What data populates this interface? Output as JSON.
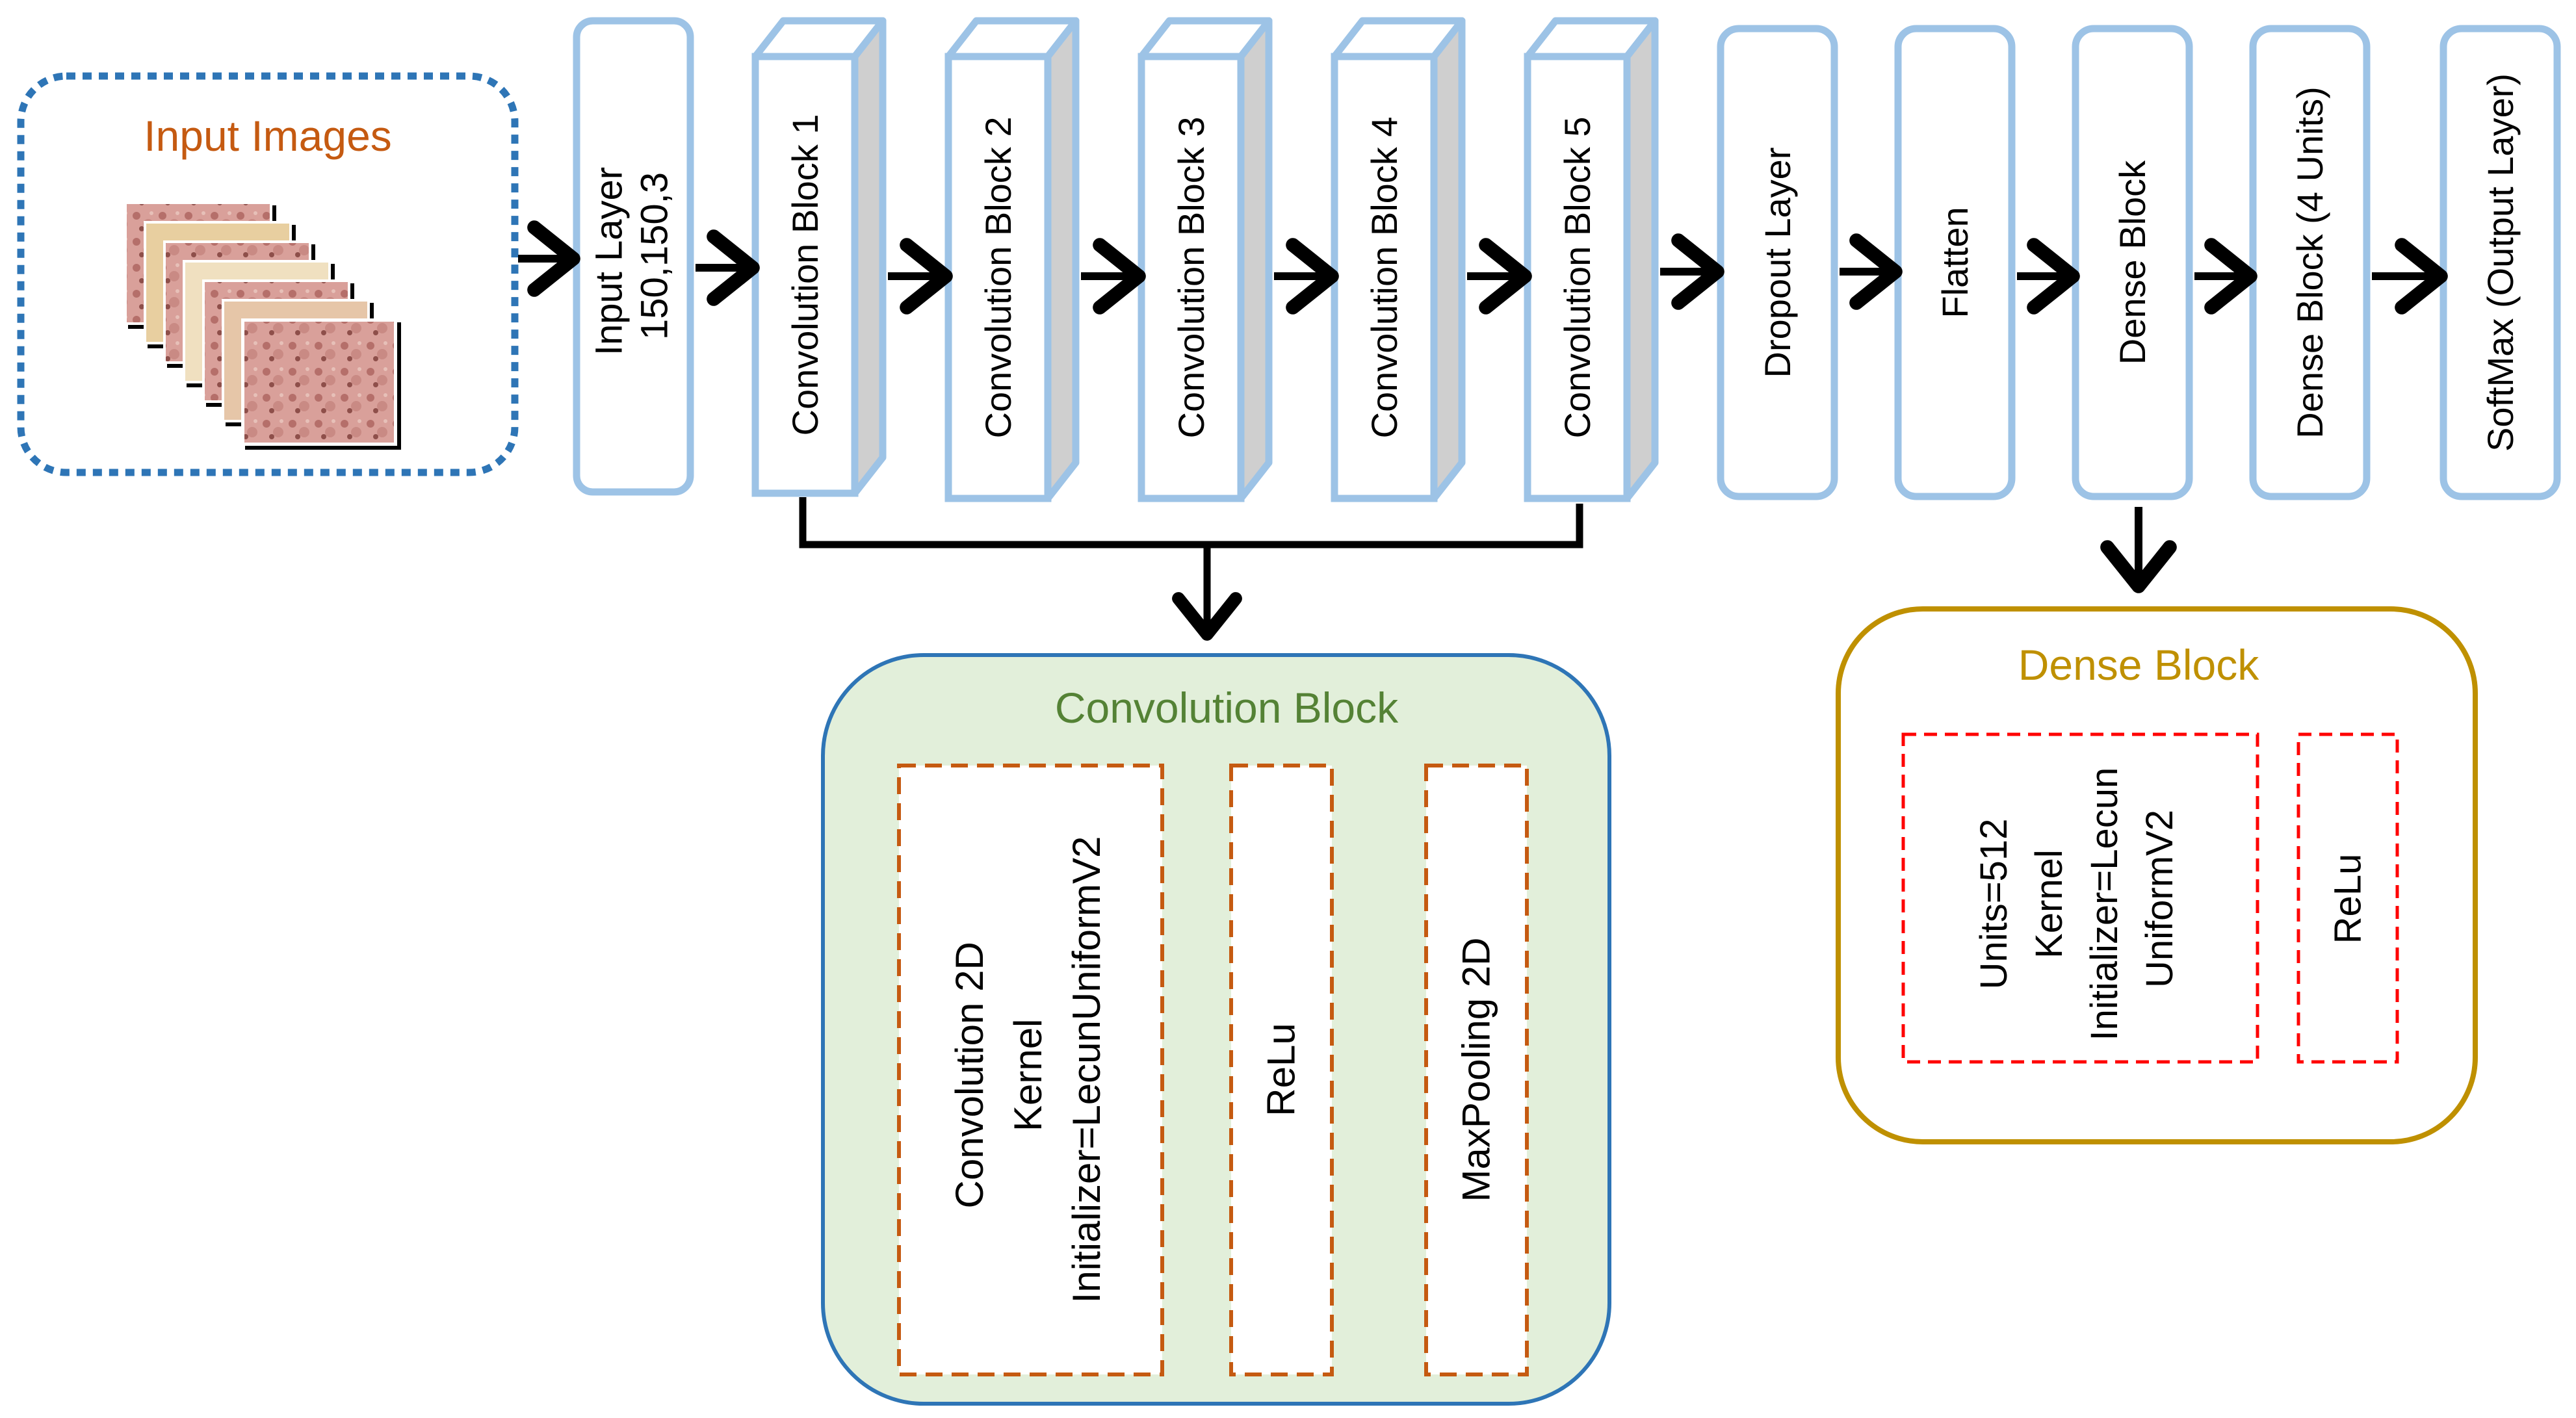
{
  "input_section": {
    "title": "Input Images"
  },
  "pipeline": {
    "input_layer": {
      "line1": "Input Layer",
      "line2": "150,150,3"
    },
    "conv_blocks": [
      "Convolution Block 1",
      "Convolution Block 2",
      "Convolution Block 3",
      "Convolution Block 4",
      "Convolution Block 5"
    ],
    "dropout": "Dropout Layer",
    "flatten": "Flatten",
    "dense_block": "Dense Block",
    "dense_block_4": "Dense Block (4 Units)",
    "softmax": "SoftMax (Output Layer)"
  },
  "conv_detail": {
    "title": "Convolution Block",
    "conv2d": {
      "line1": "Convolution 2D",
      "line2": "Kernel",
      "line3": "Initializer=LecunUniformV2"
    },
    "relu": "ReLu",
    "maxpool": "MaxPooling 2D"
  },
  "dense_detail": {
    "title": "Dense Block",
    "units": {
      "line1": "Units=512",
      "line2": "Kernel",
      "line3": "Initializer=Lecun",
      "line4": "UniformV2"
    },
    "relu": "ReLu"
  },
  "colors": {
    "box_border": "#9dc3e6",
    "cube_side": "#cfcfcf",
    "arrow": "#000000",
    "input_dotted": "#2e75b6",
    "input_title": "#c55a11",
    "conv_panel_fill": "#e2efda",
    "conv_panel_border": "#2e75b6",
    "conv_title": "#548235",
    "conv_inner_dash": "#c55a11",
    "dense_panel_border": "#bf9000",
    "dense_title": "#bf9000",
    "dense_inner_dash": "#ff0000"
  }
}
